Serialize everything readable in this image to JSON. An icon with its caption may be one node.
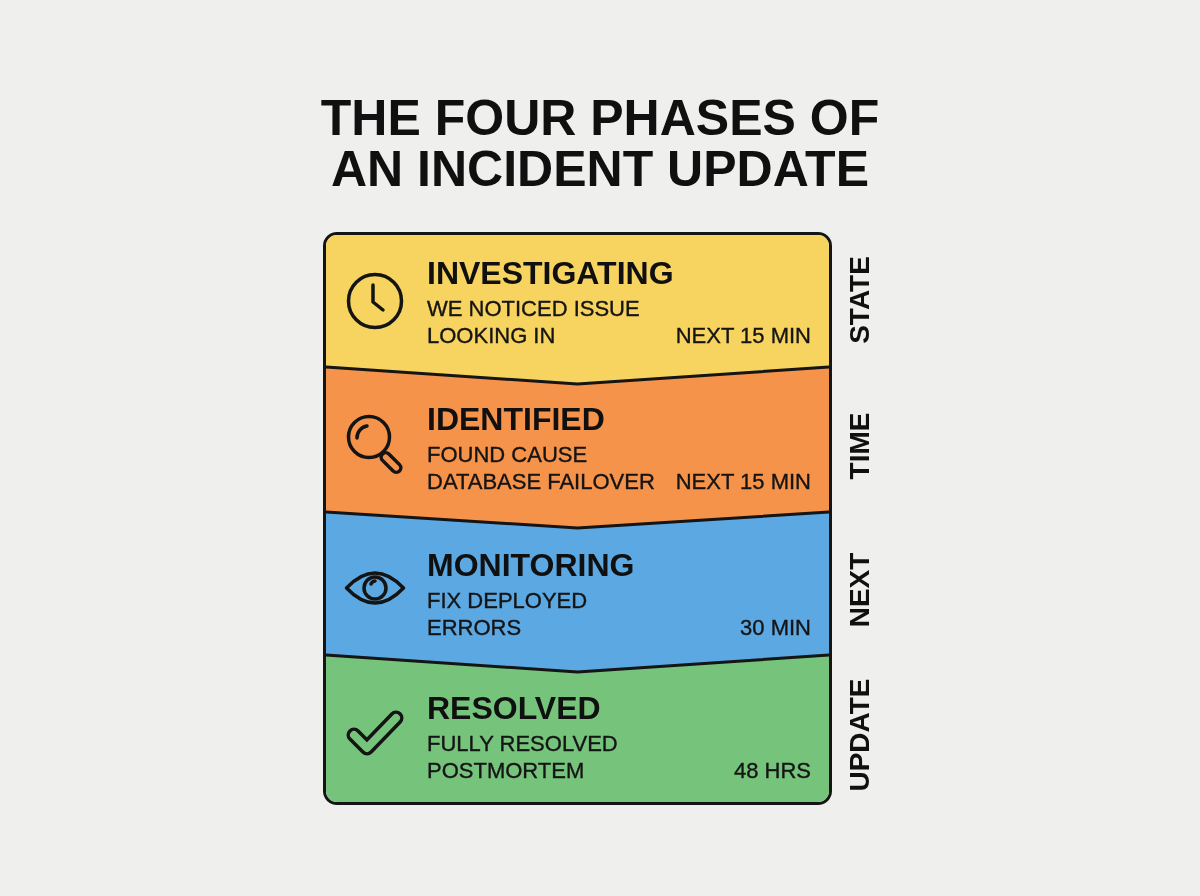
{
  "diagram": {
    "title": "THE FOUR PHASES OF AN INCIDENT UPDATE",
    "nodes": [
      {
        "text": [
          "INVESTIGATING",
          "WE NOTICED ISSUE",
          "LOOKING IN",
          "NEXT 15 MIN"
        ]
      },
      {
        "text": [
          "IDENTIFIED",
          "FOUND CAUSE",
          "DATABASE FAILOVER",
          "NEXT 15 MIN"
        ]
      },
      {
        "text": [
          "MONITORING",
          "FIX DEPLOYED",
          "ERRORS",
          "30 MIN"
        ]
      },
      {
        "text": [
          "RESOLVED",
          "FULLY RESOLVED",
          "POSTMORTEM",
          "48 HRS"
        ]
      }
    ],
    "labels": [
      "STATE",
      "TIME",
      "NEXT",
      "UPDATE"
    ]
  }
}
